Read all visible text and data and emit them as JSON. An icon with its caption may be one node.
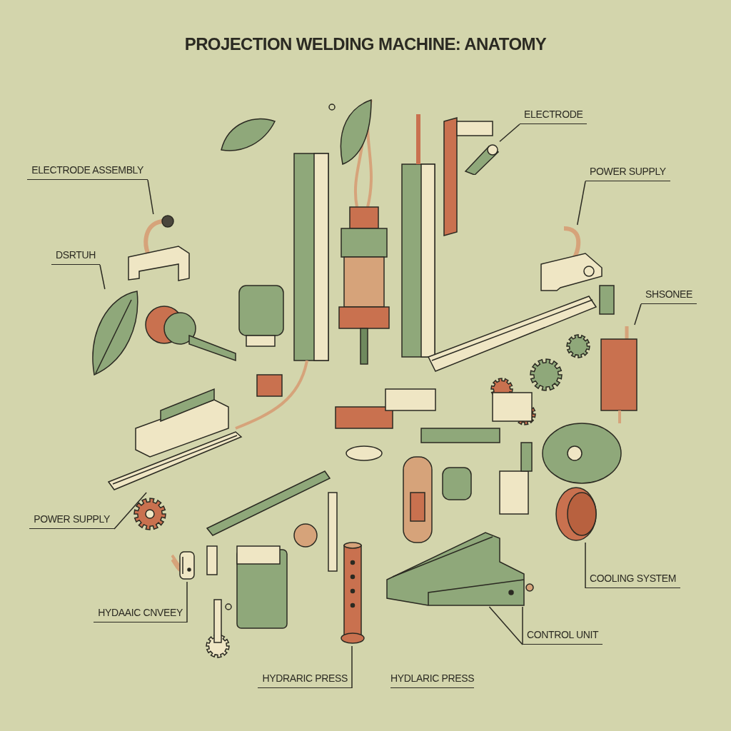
{
  "diagram": {
    "title": "PROJECTION WELDING MACHINE: ANATOMY",
    "nodes": [
      {
        "text": [
          "ELECTRODE ASSEMBLY"
        ]
      },
      {
        "text": [
          "DSRTUH"
        ]
      },
      {
        "text": [
          "ELECTRODE"
        ]
      },
      {
        "text": [
          "POWER SUPPLY"
        ]
      },
      {
        "text": [
          "SHSONEE"
        ]
      },
      {
        "text": [
          "POWER SUPPLY"
        ]
      },
      {
        "text": [
          "HYDAAIC CNVEEY"
        ]
      },
      {
        "text": [
          "COOLING SYSTEM"
        ]
      },
      {
        "text": [
          "CONTROL UNIT"
        ]
      },
      {
        "text": [
          "HYDRARIC PRESS"
        ]
      },
      {
        "text": [],
        "shape": "picture"
      },
      {
        "text": [],
        "shape": "picture"
      },
      {
        "text": [],
        "shape": "picture"
      },
      {
        "text": [],
        "shape": "picture"
      },
      {
        "text": [],
        "shape": "picture"
      },
      {
        "text": [],
        "shape": "picture"
      },
      {
        "text": [],
        "shape": "picture"
      },
      {
        "text": [],
        "shape": "picture"
      },
      {
        "text": [],
        "shape": "picture"
      },
      {
        "text": [],
        "shape": "picture"
      }
    ],
    "edges": [
      {
        "from": 0,
        "to": 10,
        "arrow": "none"
      },
      {
        "from": 1,
        "to": 11,
        "arrow": "none"
      },
      {
        "from": 2,
        "to": 12,
        "arrow": "none"
      },
      {
        "from": 3,
        "to": 13,
        "arrow": "none"
      },
      {
        "from": 4,
        "to": 14,
        "arrow": "none"
      },
      {
        "from": 5,
        "to": 15,
        "arrow": "none"
      },
      {
        "from": 6,
        "to": 16,
        "arrow": "none"
      },
      {
        "from": 7,
        "to": 17,
        "arrow": "none"
      },
      {
        "from": 8,
        "to": 18,
        "arrow": "none"
      },
      {
        "from": 8,
        "to": 18,
        "arrow": "none"
      },
      {
        "from": 9,
        "to": 19,
        "arrow": "none"
      }
    ],
    "labels": [
      "HYDLARIC PRESS"
    ]
  }
}
